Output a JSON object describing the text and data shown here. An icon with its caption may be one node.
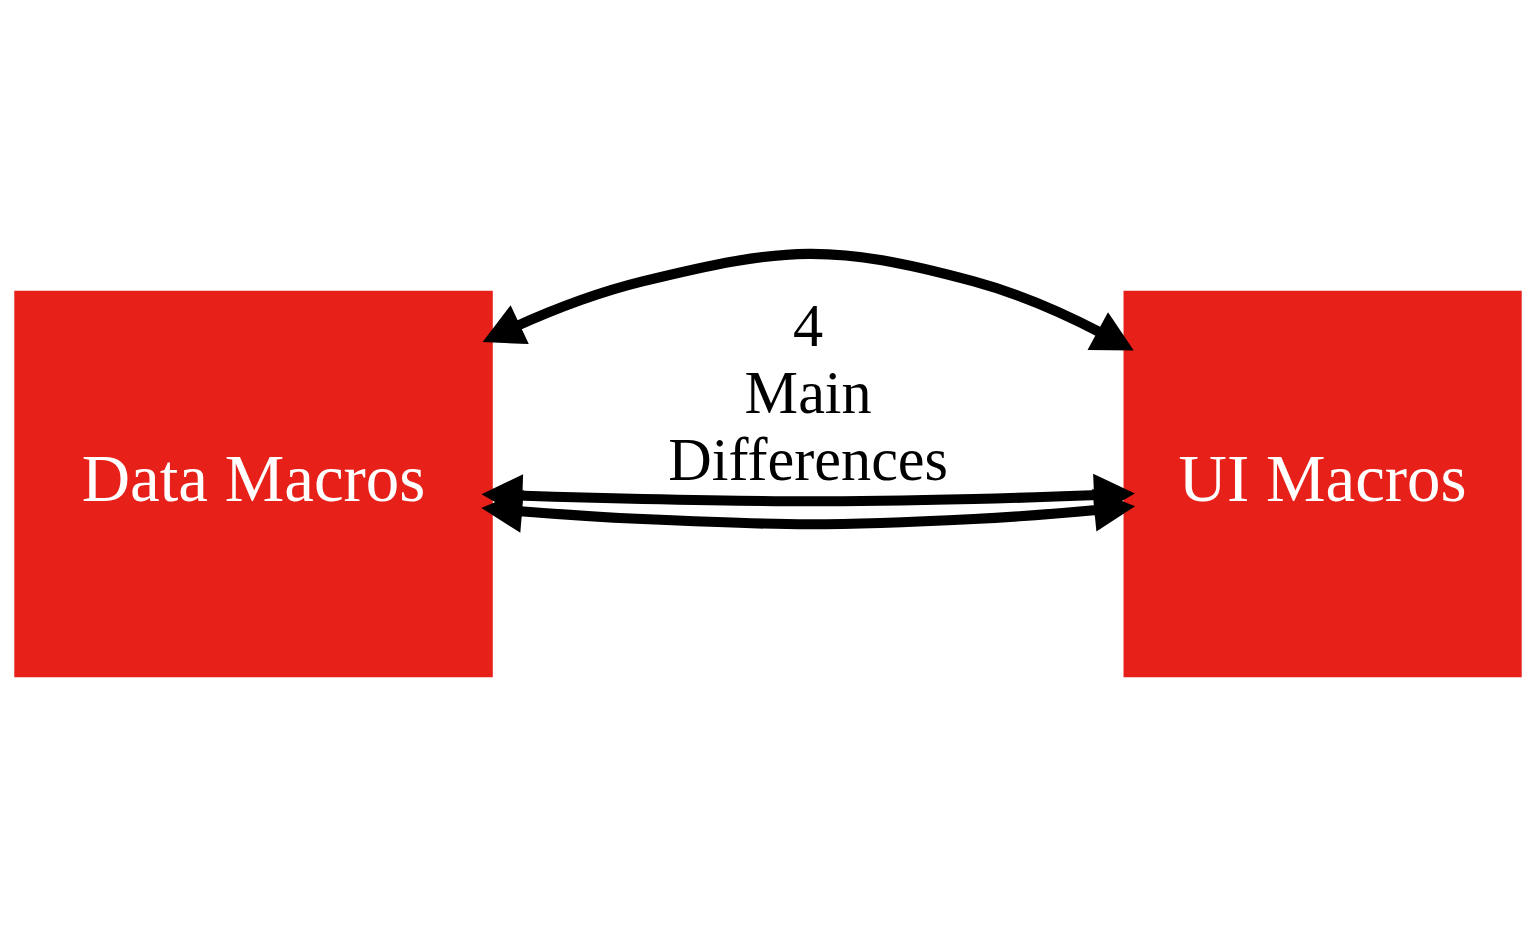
{
  "diagram": {
    "nodes": [
      {
        "text": [
          "Data Macros"
        ]
      },
      {
        "text": [
          "UI Macros"
        ]
      }
    ],
    "edges": [
      {
        "from": 0,
        "to": 1,
        "arrow": "both"
      },
      {
        "from": 0,
        "to": 1,
        "arrow": "both",
        "label": "4 Main Differences"
      },
      {
        "from": 0,
        "to": 1,
        "arrow": "both"
      }
    ]
  }
}
